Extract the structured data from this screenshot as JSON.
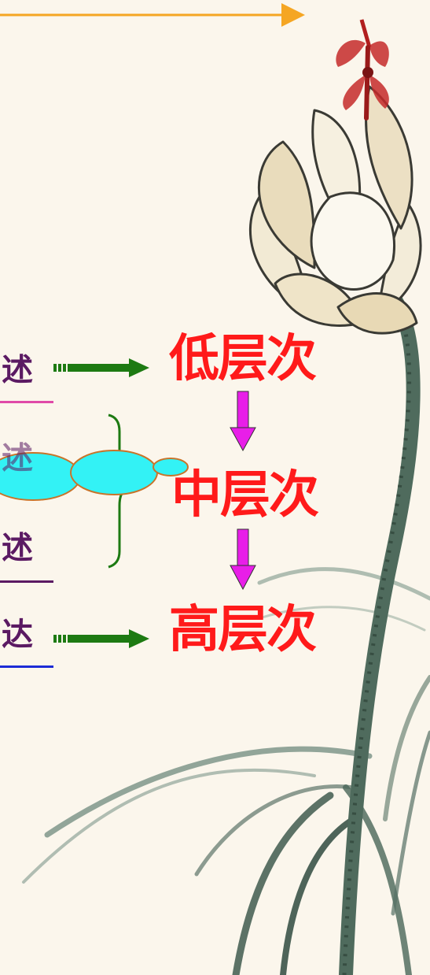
{
  "left_words": [
    {
      "text": "述",
      "color": "#5b1a63",
      "underline": "#e04aa8"
    },
    {
      "text": "述",
      "color": "#5b1a63",
      "underline": "#5b1a63"
    },
    {
      "text": "述",
      "color": "#5b1a63",
      "underline": "#5b1a63"
    },
    {
      "text": "达",
      "color": "#5b1a63",
      "underline": "#1c2bd6"
    }
  ],
  "levels": {
    "low": "低层次",
    "middle": "中层次",
    "high": "高层次"
  },
  "colors": {
    "level_text": "#ff1a1a",
    "right_arrow": "#1d7a12",
    "down_arrow": "#e81ee8",
    "top_arrow": "#f5a623",
    "brace": "#1d7a12",
    "ellipse_fill": "#33f2f5",
    "ellipse_stroke": "#c8742a"
  }
}
